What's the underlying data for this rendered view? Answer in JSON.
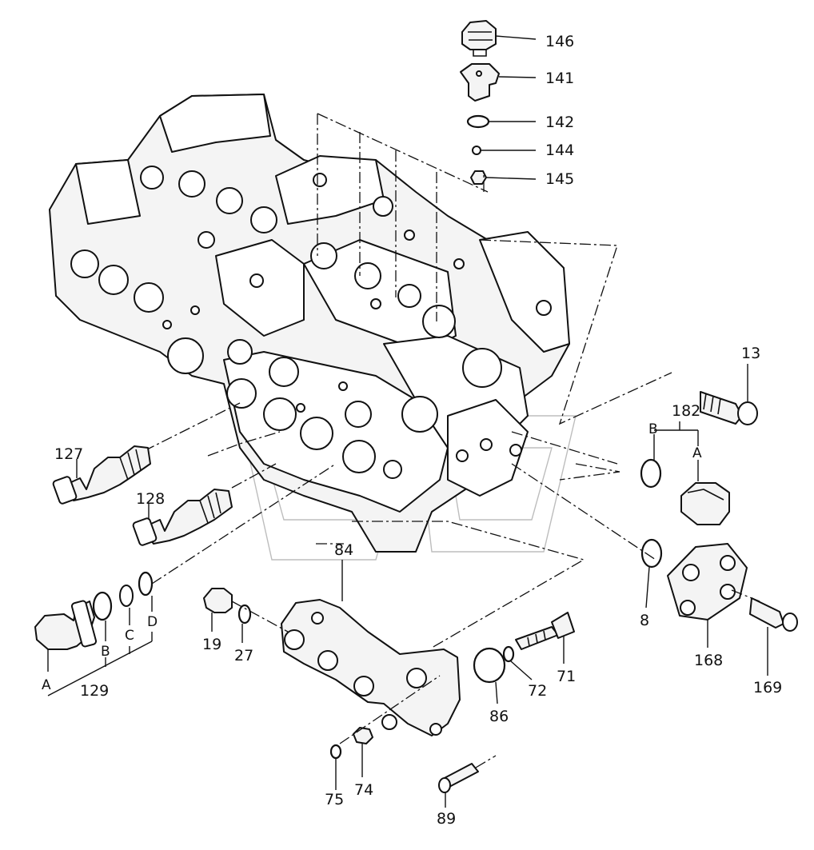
{
  "diagram": {
    "callouts": {
      "p146": "146",
      "p141": "141",
      "p142": "142",
      "p144": "144",
      "p145": "145",
      "p13": "13",
      "p182": "182",
      "p182_b": "B",
      "p182_a": "A",
      "p127": "127",
      "p128": "128",
      "p84": "84",
      "p8": "8",
      "p168": "168",
      "p169": "169",
      "p19": "19",
      "p27": "27",
      "p129": "129",
      "p129_a": "A",
      "p129_b": "B",
      "p129_c": "C",
      "p129_d": "D",
      "p71": "71",
      "p72": "72",
      "p86": "86",
      "p75": "75",
      "p74": "74",
      "p89": "89"
    }
  }
}
